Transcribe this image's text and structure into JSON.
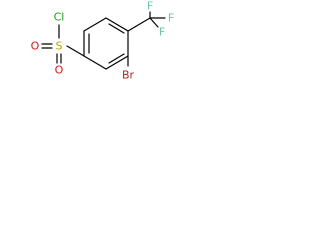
{
  "molecule": {
    "atoms": {
      "chlorine": {
        "symbol": "Cl",
        "color": "#1fa01f"
      },
      "sulfur": {
        "symbol": "S",
        "color": "#b3a300"
      },
      "oxygen_top": {
        "symbol": "O",
        "color": "#e01010"
      },
      "oxygen_bottom": {
        "symbol": "O",
        "color": "#e01010"
      },
      "bromine": {
        "symbol": "Br",
        "color": "#a62929"
      },
      "fluorine_top": {
        "symbol": "F",
        "color": "#6ac6a2"
      },
      "fluorine_right": {
        "symbol": "F",
        "color": "#6ac6a2"
      },
      "fluorine_bottom": {
        "symbol": "F",
        "color": "#6ac6a2"
      }
    },
    "bond_color": "#000000"
  }
}
